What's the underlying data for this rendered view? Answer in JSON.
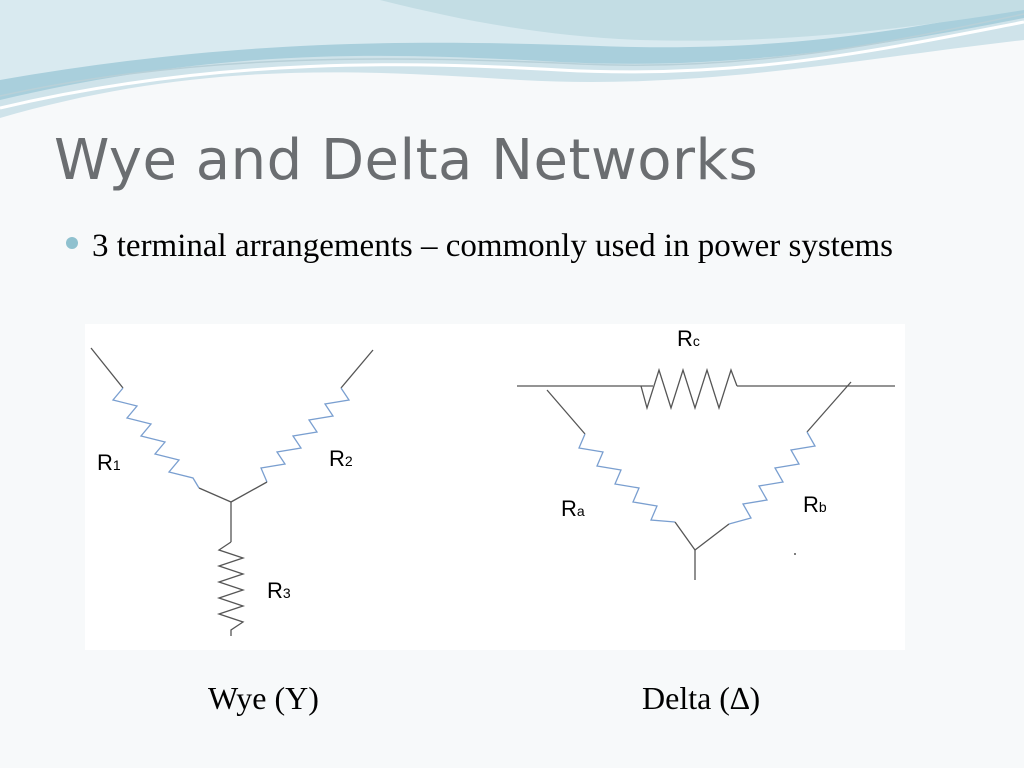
{
  "slide": {
    "title": "Wye and Delta Networks",
    "bullet": "3 terminal arrangements – commonly used in power systems",
    "bullet_color": "#8fc1cf"
  },
  "wye": {
    "caption": "Wye (Y)",
    "labels": {
      "r1": {
        "base": "R",
        "sub": "1"
      },
      "r2": {
        "base": "R",
        "sub": "2"
      },
      "r3": {
        "base": "R",
        "sub": "3"
      }
    }
  },
  "delta": {
    "caption": "Delta (∆)",
    "labels": {
      "ra": {
        "base": "R",
        "sub": "a"
      },
      "rb": {
        "base": "R",
        "sub": "b"
      },
      "rc": {
        "base": "R",
        "sub": "c"
      }
    }
  },
  "colors": {
    "resistor_blue": "#7a9fd0",
    "wire": "#555555",
    "title": "#6b6e71"
  }
}
